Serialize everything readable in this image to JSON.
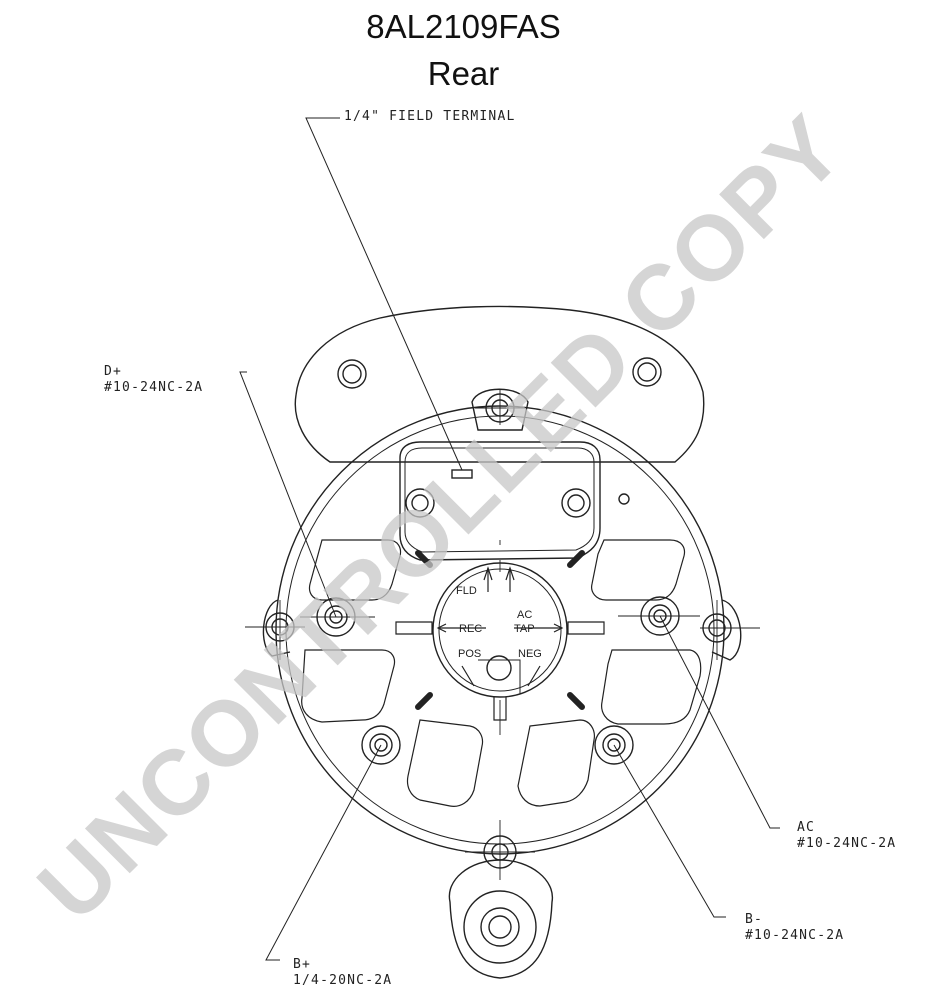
{
  "title": {
    "model": "8AL2109FAS",
    "view": "Rear"
  },
  "callouts": {
    "field_terminal": "1/4\" FIELD TERMINAL",
    "d_plus": {
      "name": "D+",
      "spec": "#10-24NC-2A"
    },
    "ac": {
      "name": "AC",
      "spec": "#10-24NC-2A"
    },
    "b_minus": {
      "name": "B-",
      "spec": "#10-24NC-2A"
    },
    "b_plus": {
      "name": "B+",
      "spec": "1/4-20NC-2A"
    }
  },
  "terminal_labels": {
    "fld": "FLD",
    "rec": "REC",
    "ac": "AC",
    "tap": "TAP",
    "pos": "POS",
    "neg": "NEG"
  },
  "watermark": "UNCONTROLLED COPY"
}
